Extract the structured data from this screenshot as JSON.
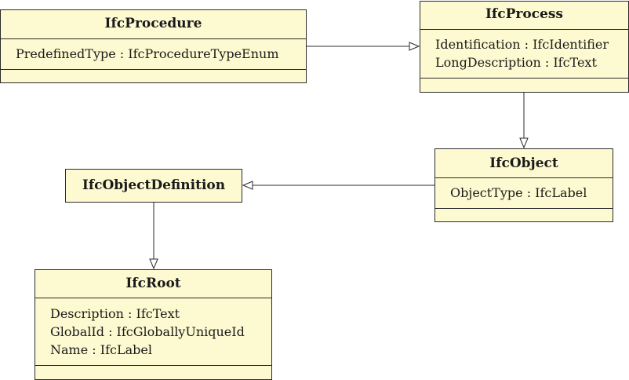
{
  "diagram": {
    "classes": [
      {
        "id": "procedure",
        "name": "IfcProcedure",
        "attributes": [
          "PredefinedType : IfcProcedureTypeEnum"
        ]
      },
      {
        "id": "process",
        "name": "IfcProcess",
        "attributes": [
          "Identification : IfcIdentifier",
          "LongDescription : IfcText"
        ]
      },
      {
        "id": "object",
        "name": "IfcObject",
        "attributes": [
          "ObjectType : IfcLabel"
        ]
      },
      {
        "id": "objdef",
        "name": "IfcObjectDefinition",
        "attributes": []
      },
      {
        "id": "root",
        "name": "IfcRoot",
        "attributes": [
          "Description : IfcText",
          "GlobalId : IfcGloballyUniqueId",
          "Name : IfcLabel"
        ]
      }
    ],
    "relationships": [
      {
        "type": "generalization",
        "from": "IfcProcedure",
        "to": "IfcProcess"
      },
      {
        "type": "generalization",
        "from": "IfcProcess",
        "to": "IfcObject"
      },
      {
        "type": "generalization",
        "from": "IfcObject",
        "to": "IfcObjectDefinition"
      },
      {
        "type": "generalization",
        "from": "IfcObjectDefinition",
        "to": "IfcRoot"
      }
    ],
    "colors": {
      "class_fill": "#fdf9d0",
      "line": "#2b2b2b"
    }
  }
}
